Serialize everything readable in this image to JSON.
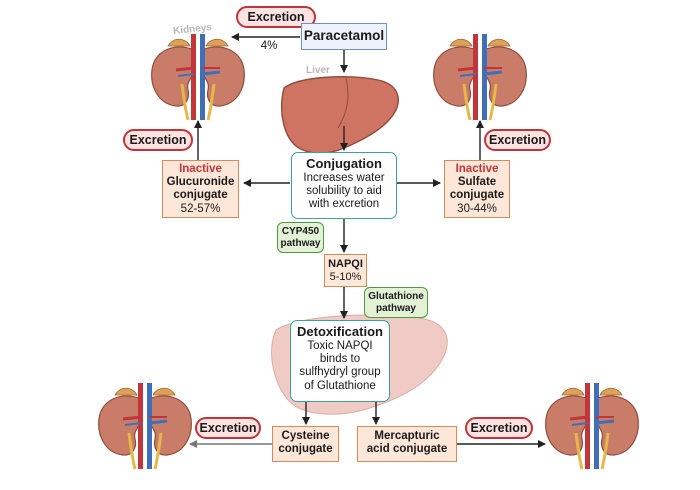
{
  "paracetamol": "Paracetamol",
  "top_excretion": {
    "label": "Excretion",
    "percent": "4%"
  },
  "kidneys_label": "Kidneys",
  "liver_label": "Liver",
  "conjugation": {
    "title": "Conjugation",
    "lines": [
      "Increases water",
      "solubility to aid",
      "with excretion"
    ]
  },
  "glucuronide": {
    "status": "Inactive",
    "name1": "Glucuronide",
    "name2": "conjugate",
    "percent": "52-57%"
  },
  "sulfate": {
    "status": "Inactive",
    "name1": "Sulfate",
    "name2": "conjugate",
    "percent": "30-44%"
  },
  "left_excretion": "Excretion",
  "right_excretion": "Excretion",
  "cyp450": {
    "line1": "CYP450",
    "line2": "pathway"
  },
  "napqi": {
    "name": "NAPQI",
    "percent": "5-10%"
  },
  "glutathione": {
    "line1": "Glutathione",
    "line2": "pathway"
  },
  "detox": {
    "title": "Detoxification",
    "lines": [
      "Toxic NAPQI",
      "binds to",
      "sulfhydryl group",
      "of Glutathione"
    ]
  },
  "cysteine": {
    "line1": "Cysteine",
    "line2": "conjugate"
  },
  "mercapturic": {
    "line1": "Mercapturic",
    "line2": "acid conjugate"
  },
  "bottom_left_excretion": "Excretion",
  "bottom_right_excretion": "Excretion",
  "colors": {
    "excretion_border": "#c0343a",
    "excretion_fill": "#fde3e1",
    "pathway_border": "#4f9a3a",
    "pathway_fill": "#e3f2d6",
    "conjugate_border": "#d98a5b",
    "conjugate_fill": "#fde7d8",
    "process_border": "#3aa39a",
    "paracetamol_border": "#6f8fc8",
    "liver": "#cf7463"
  }
}
